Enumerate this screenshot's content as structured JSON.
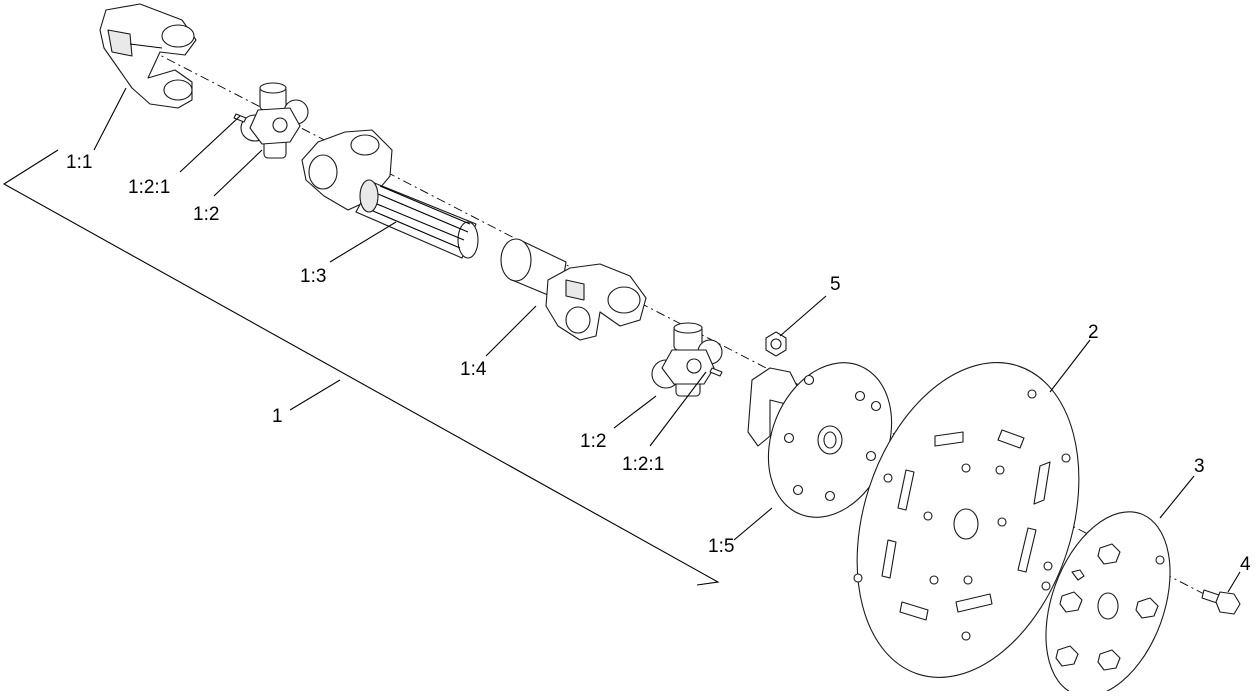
{
  "diagram": {
    "type": "exploded-parts-view",
    "callouts": [
      {
        "id": "c-1-1",
        "label": "1:1"
      },
      {
        "id": "c-1-2-1-a",
        "label": "1:2:1"
      },
      {
        "id": "c-1-2-a",
        "label": "1:2"
      },
      {
        "id": "c-1-3",
        "label": "1:3"
      },
      {
        "id": "c-1-4",
        "label": "1:4"
      },
      {
        "id": "c-1",
        "label": "1"
      },
      {
        "id": "c-5",
        "label": "5"
      },
      {
        "id": "c-2",
        "label": "2"
      },
      {
        "id": "c-3",
        "label": "3"
      },
      {
        "id": "c-4",
        "label": "4"
      },
      {
        "id": "c-1-2-b",
        "label": "1:2"
      },
      {
        "id": "c-1-2-1-b",
        "label": "1:2:1"
      },
      {
        "id": "c-1-5",
        "label": "1:5"
      }
    ]
  },
  "colors": {
    "line": "#000000",
    "background": "#ffffff"
  }
}
